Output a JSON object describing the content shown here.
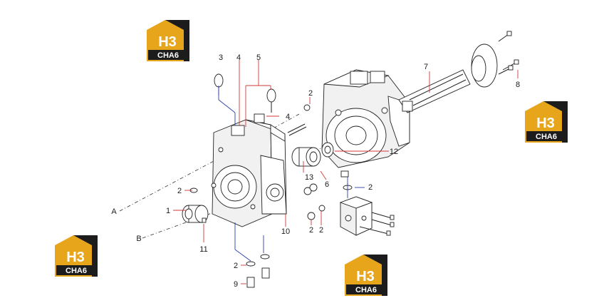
{
  "watermark": {
    "top": "H3",
    "bottom": "CHA6"
  },
  "callouts": {
    "c1": "1",
    "c2a": "2",
    "c2b": "2",
    "c2c": "2",
    "c2d": "2",
    "c2e": "2",
    "c2f": "2",
    "c3": "3",
    "c4a": "4",
    "c4b": "4",
    "c5": "5",
    "c6": "6",
    "c7": "7",
    "c8": "8",
    "c9": "9",
    "c10": "10",
    "c11": "11",
    "c12": "12",
    "c13": "13",
    "cA": "A",
    "cB": "B"
  },
  "colors": {
    "leader_red": "#d23a3a",
    "leader_blue": "#2b3fa8",
    "logo_gold": "#e7a51c",
    "logo_dark": "#1c1c1c"
  }
}
